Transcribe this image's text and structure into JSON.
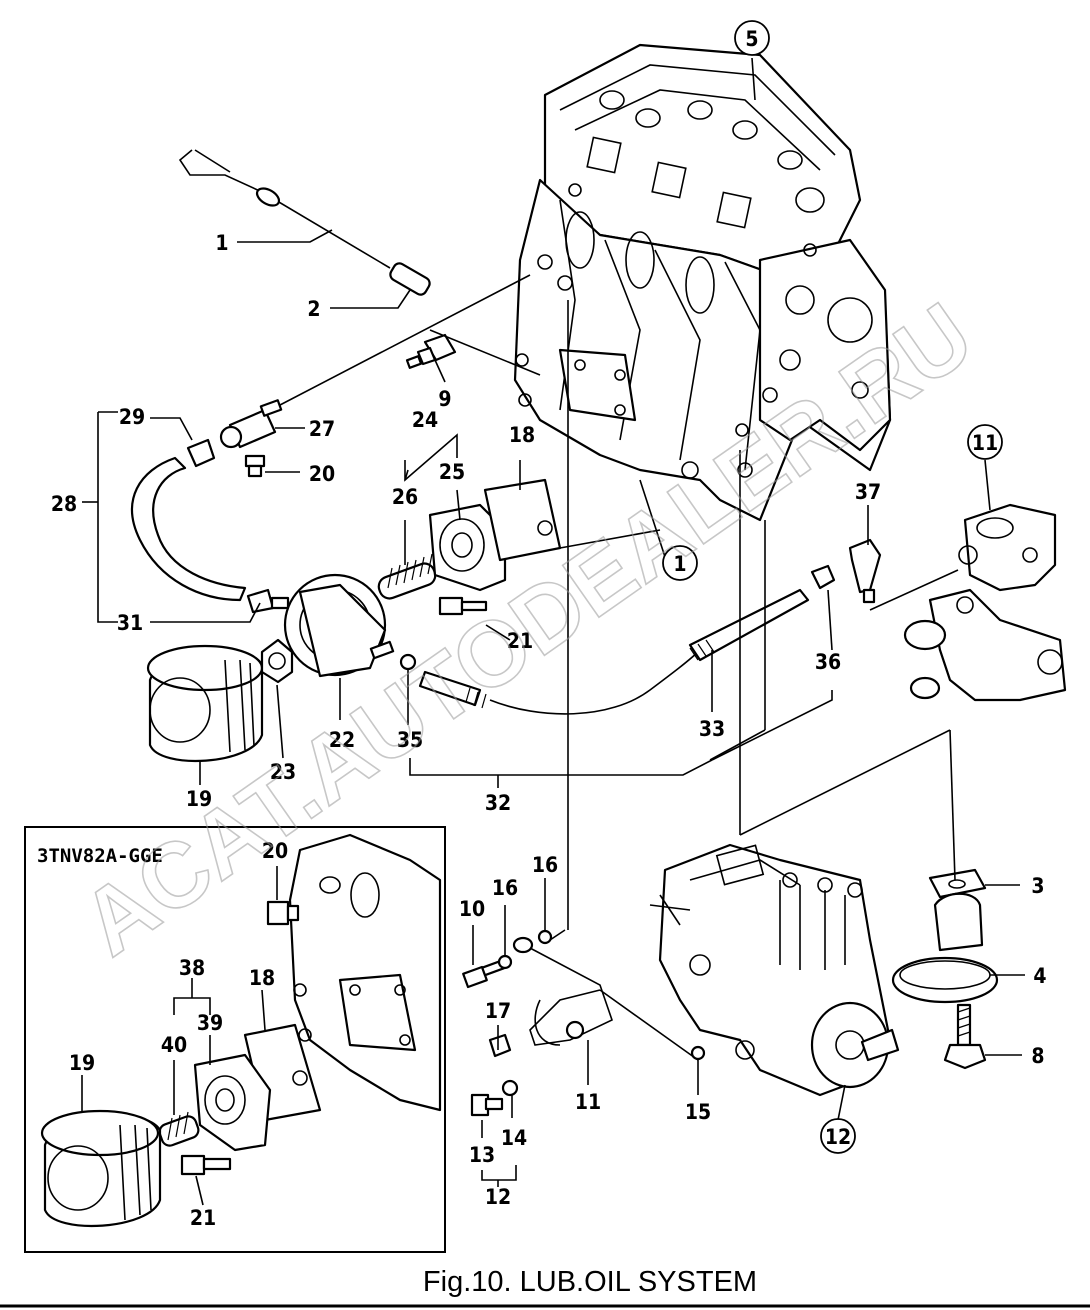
{
  "figure_caption": "Fig.10.  LUB.OIL SYSTEM",
  "watermark": "ACAT.AUTODEALER.RU",
  "inset": {
    "title": "3TNV82A-GGE",
    "callouts": [
      "20",
      "38",
      "18",
      "40",
      "39",
      "19",
      "21"
    ]
  },
  "callouts": {
    "p1": "1",
    "p2": "2",
    "p3": "3",
    "p4": "4",
    "p5": "5",
    "p8": "8",
    "p9": "9",
    "p10": "10",
    "p11": "11",
    "p12": "12",
    "p13": "13",
    "p14": "14",
    "p15": "15",
    "p16a": "16",
    "p16b": "16",
    "p17": "17",
    "p18": "18",
    "p19": "19",
    "p20": "20",
    "p21": "21",
    "p22": "22",
    "p23": "23",
    "p24": "24",
    "p25": "25",
    "p26": "26",
    "p27": "27",
    "p28": "28",
    "p29": "29",
    "p31": "31",
    "p32": "32",
    "p33": "33",
    "p35": "35",
    "p36": "36",
    "p37": "37",
    "c1": "1",
    "c5": "5",
    "c11": "11",
    "c12": "12"
  }
}
